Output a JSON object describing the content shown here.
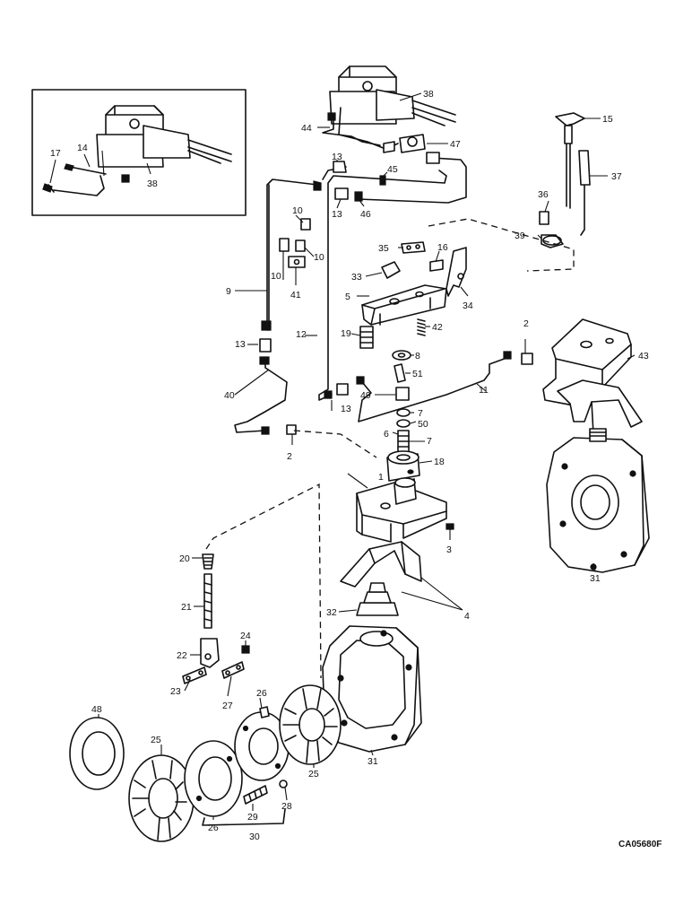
{
  "figure_code": "CA05680F",
  "labels": [
    "1",
    "2",
    "2",
    "3",
    "4",
    "5",
    "6",
    "7",
    "7",
    "8",
    "9",
    "10",
    "10",
    "10",
    "11",
    "12",
    "13",
    "13",
    "13",
    "13",
    "13",
    "14",
    "15",
    "16",
    "17",
    "18",
    "19",
    "20",
    "21",
    "22",
    "23",
    "24",
    "25",
    "25",
    "26",
    "26",
    "26",
    "27",
    "28",
    "29",
    "30",
    "31",
    "31",
    "32",
    "33",
    "34",
    "35",
    "36",
    "37",
    "38",
    "38",
    "39",
    "40",
    "41",
    "42",
    "43",
    "44",
    "45",
    "46",
    "47",
    "48",
    "49",
    "50",
    "51"
  ]
}
